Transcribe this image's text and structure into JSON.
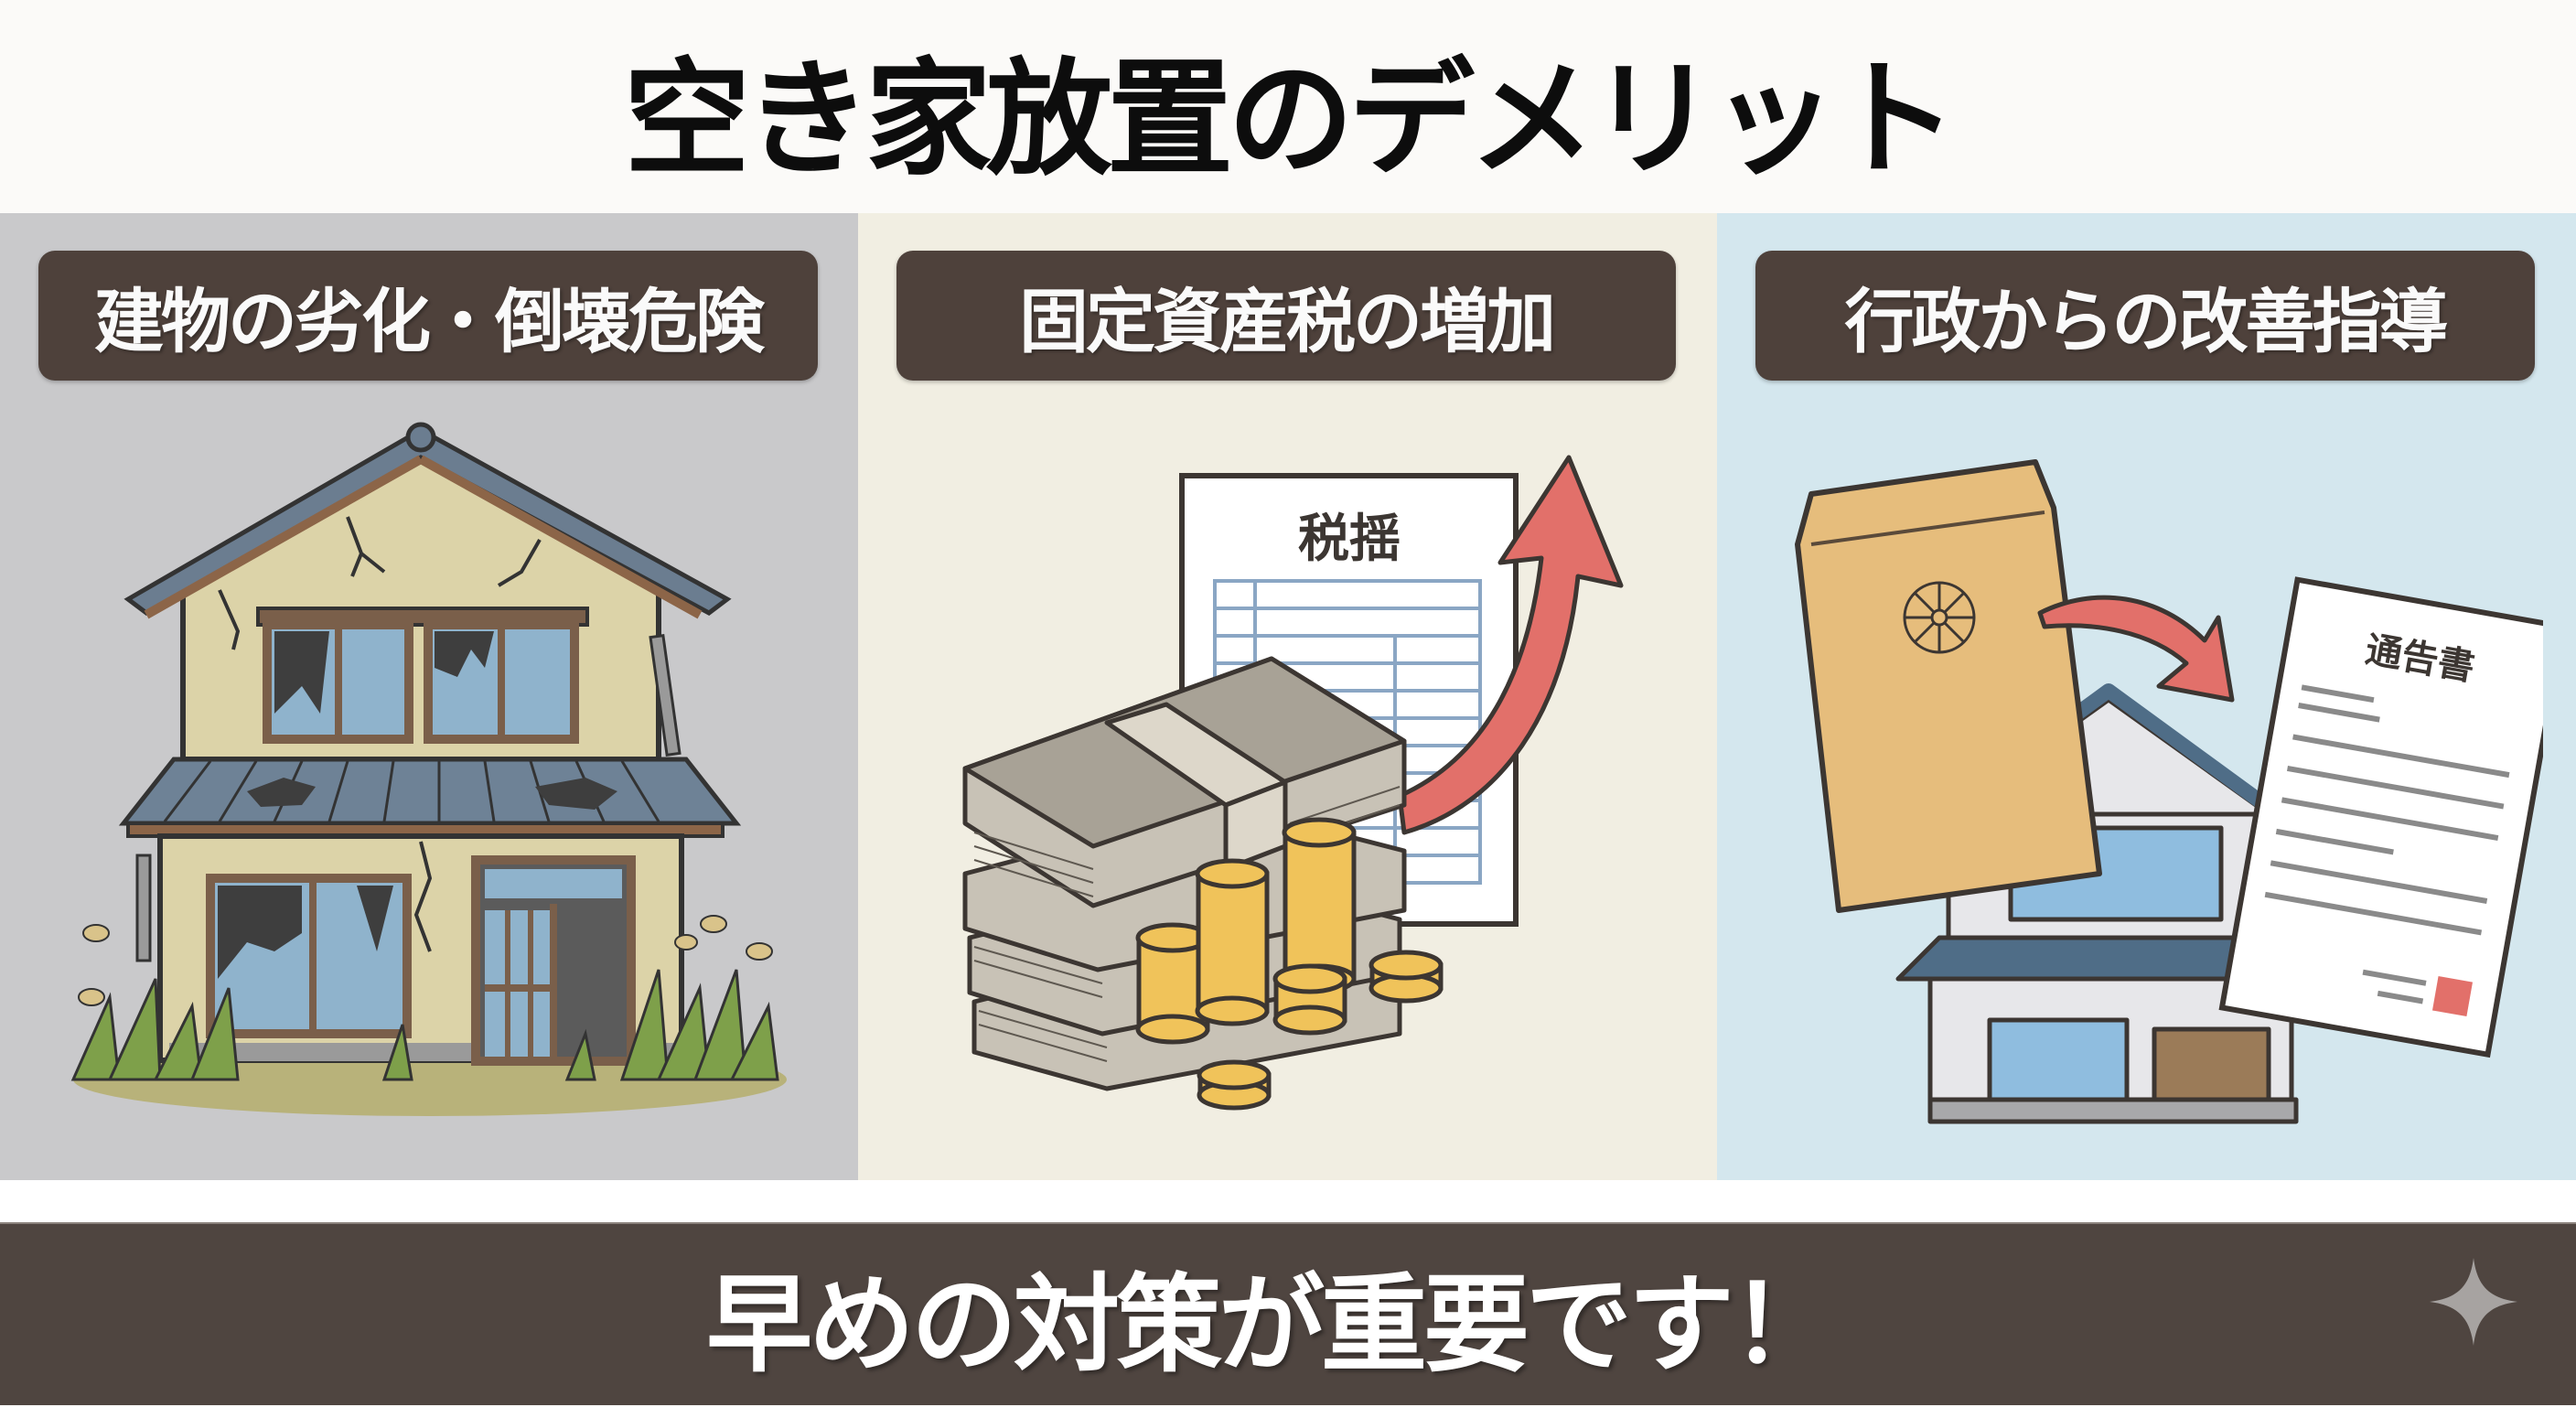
{
  "title": "空き家放置のデメリット",
  "colors": {
    "page_bg": "#fbfaf8",
    "title_text": "#0d0d0d",
    "label_bg": "#4e413b",
    "label_text": "#fafafa",
    "banner_bg": "#4f4540",
    "panel_1_bg": "#c9c9cb",
    "panel_2_bg": "#f1eee2",
    "panel_3_bg": "#d4e7ee",
    "accent_arrow": "#e2706a",
    "coin": "#f0c35a",
    "sparkle": "#a7a3a1"
  },
  "panels": [
    {
      "label": "建物の劣化・倒壊危険",
      "illustration": "dilapidated-house-icon"
    },
    {
      "label": "固定資産税の増加",
      "illustration": "tax-money-increase-icon",
      "document_heading": "税揺"
    },
    {
      "label": "行政からの改善指導",
      "illustration": "government-notice-icon",
      "document_heading": "通告書"
    }
  ],
  "banner": {
    "text": "早めの対策が重要です！",
    "icon": "sparkle-icon"
  }
}
